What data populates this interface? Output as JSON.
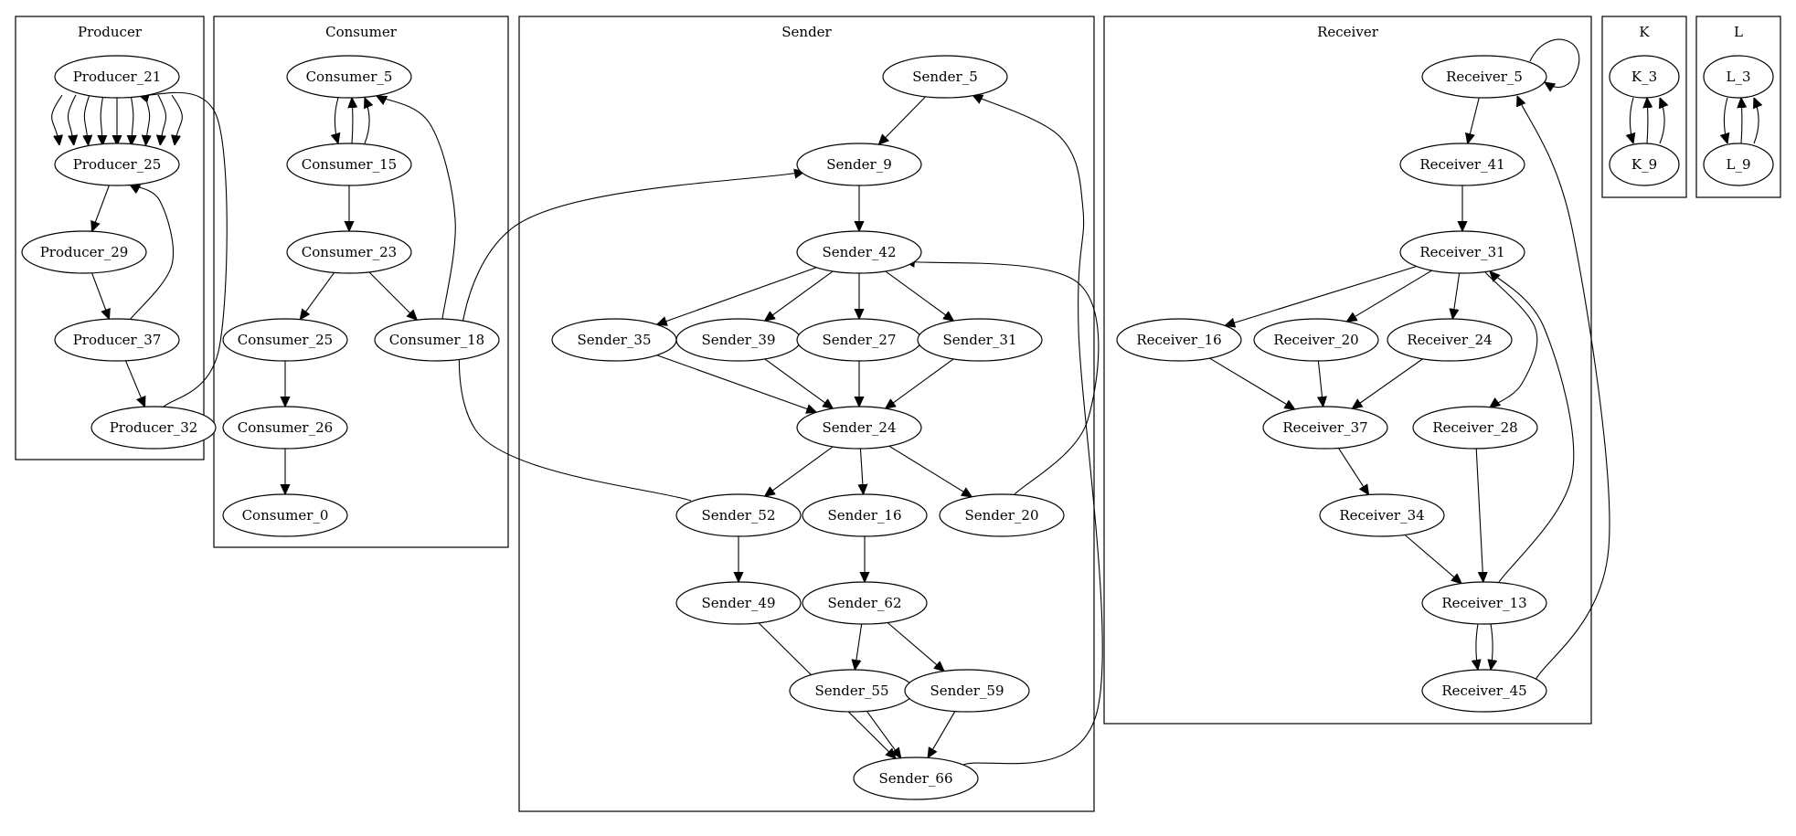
{
  "clusters": [
    {
      "id": "producer",
      "label": "Producer"
    },
    {
      "id": "consumer",
      "label": "Consumer"
    },
    {
      "id": "sender",
      "label": "Sender"
    },
    {
      "id": "receiver",
      "label": "Receiver"
    },
    {
      "id": "k",
      "label": "K"
    },
    {
      "id": "l",
      "label": "L"
    }
  ],
  "nodes": [
    {
      "id": "Producer_21",
      "label": "Producer_21",
      "cluster": "producer"
    },
    {
      "id": "Producer_25",
      "label": "Producer_25",
      "cluster": "producer"
    },
    {
      "id": "Producer_29",
      "label": "Producer_29",
      "cluster": "producer"
    },
    {
      "id": "Producer_37",
      "label": "Producer_37",
      "cluster": "producer"
    },
    {
      "id": "Producer_32",
      "label": "Producer_32",
      "cluster": "producer"
    },
    {
      "id": "Consumer_5",
      "label": "Consumer_5",
      "cluster": "consumer"
    },
    {
      "id": "Consumer_15",
      "label": "Consumer_15",
      "cluster": "consumer"
    },
    {
      "id": "Consumer_23",
      "label": "Consumer_23",
      "cluster": "consumer"
    },
    {
      "id": "Consumer_25",
      "label": "Consumer_25",
      "cluster": "consumer"
    },
    {
      "id": "Consumer_18",
      "label": "Consumer_18",
      "cluster": "consumer"
    },
    {
      "id": "Consumer_26",
      "label": "Consumer_26",
      "cluster": "consumer"
    },
    {
      "id": "Consumer_0",
      "label": "Consumer_0",
      "cluster": "consumer"
    },
    {
      "id": "Sender_5",
      "label": "Sender_5",
      "cluster": "sender"
    },
    {
      "id": "Sender_9",
      "label": "Sender_9",
      "cluster": "sender"
    },
    {
      "id": "Sender_42",
      "label": "Sender_42",
      "cluster": "sender"
    },
    {
      "id": "Sender_35",
      "label": "Sender_35",
      "cluster": "sender"
    },
    {
      "id": "Sender_39",
      "label": "Sender_39",
      "cluster": "sender"
    },
    {
      "id": "Sender_27",
      "label": "Sender_27",
      "cluster": "sender"
    },
    {
      "id": "Sender_31",
      "label": "Sender_31",
      "cluster": "sender"
    },
    {
      "id": "Sender_24",
      "label": "Sender_24",
      "cluster": "sender"
    },
    {
      "id": "Sender_52",
      "label": "Sender_52",
      "cluster": "sender"
    },
    {
      "id": "Sender_16",
      "label": "Sender_16",
      "cluster": "sender"
    },
    {
      "id": "Sender_20",
      "label": "Sender_20",
      "cluster": "sender"
    },
    {
      "id": "Sender_49",
      "label": "Sender_49",
      "cluster": "sender"
    },
    {
      "id": "Sender_62",
      "label": "Sender_62",
      "cluster": "sender"
    },
    {
      "id": "Sender_55",
      "label": "Sender_55",
      "cluster": "sender"
    },
    {
      "id": "Sender_59",
      "label": "Sender_59",
      "cluster": "sender"
    },
    {
      "id": "Sender_66",
      "label": "Sender_66",
      "cluster": "sender"
    },
    {
      "id": "Receiver_5",
      "label": "Receiver_5",
      "cluster": "receiver"
    },
    {
      "id": "Receiver_41",
      "label": "Receiver_41",
      "cluster": "receiver"
    },
    {
      "id": "Receiver_31",
      "label": "Receiver_31",
      "cluster": "receiver"
    },
    {
      "id": "Receiver_16",
      "label": "Receiver_16",
      "cluster": "receiver"
    },
    {
      "id": "Receiver_20",
      "label": "Receiver_20",
      "cluster": "receiver"
    },
    {
      "id": "Receiver_24",
      "label": "Receiver_24",
      "cluster": "receiver"
    },
    {
      "id": "Receiver_37",
      "label": "Receiver_37",
      "cluster": "receiver"
    },
    {
      "id": "Receiver_28",
      "label": "Receiver_28",
      "cluster": "receiver"
    },
    {
      "id": "Receiver_34",
      "label": "Receiver_34",
      "cluster": "receiver"
    },
    {
      "id": "Receiver_13",
      "label": "Receiver_13",
      "cluster": "receiver"
    },
    {
      "id": "Receiver_45",
      "label": "Receiver_45",
      "cluster": "receiver"
    },
    {
      "id": "K_3",
      "label": "K_3",
      "cluster": "k"
    },
    {
      "id": "K_9",
      "label": "K_9",
      "cluster": "k"
    },
    {
      "id": "L_3",
      "label": "L_3",
      "cluster": "l"
    },
    {
      "id": "L_9",
      "label": "L_9",
      "cluster": "l"
    }
  ],
  "edges": [
    {
      "from": "Producer_21",
      "to": "Producer_25",
      "count": 9
    },
    {
      "from": "Producer_25",
      "to": "Producer_29"
    },
    {
      "from": "Producer_29",
      "to": "Producer_37"
    },
    {
      "from": "Producer_37",
      "to": "Producer_25"
    },
    {
      "from": "Producer_37",
      "to": "Producer_32"
    },
    {
      "from": "Producer_32",
      "to": "Producer_21"
    },
    {
      "from": "Consumer_5",
      "to": "Consumer_15"
    },
    {
      "from": "Consumer_15",
      "to": "Consumer_5",
      "count": 2
    },
    {
      "from": "Consumer_15",
      "to": "Consumer_23"
    },
    {
      "from": "Consumer_23",
      "to": "Consumer_25"
    },
    {
      "from": "Consumer_23",
      "to": "Consumer_18"
    },
    {
      "from": "Consumer_18",
      "to": "Consumer_5"
    },
    {
      "from": "Consumer_25",
      "to": "Consumer_26"
    },
    {
      "from": "Consumer_26",
      "to": "Consumer_0"
    },
    {
      "from": "Sender_5",
      "to": "Sender_9"
    },
    {
      "from": "Sender_9",
      "to": "Sender_42"
    },
    {
      "from": "Sender_42",
      "to": "Sender_35"
    },
    {
      "from": "Sender_42",
      "to": "Sender_39"
    },
    {
      "from": "Sender_42",
      "to": "Sender_27"
    },
    {
      "from": "Sender_42",
      "to": "Sender_31"
    },
    {
      "from": "Sender_35",
      "to": "Sender_24"
    },
    {
      "from": "Sender_39",
      "to": "Sender_24"
    },
    {
      "from": "Sender_27",
      "to": "Sender_24"
    },
    {
      "from": "Sender_31",
      "to": "Sender_24"
    },
    {
      "from": "Sender_24",
      "to": "Sender_52"
    },
    {
      "from": "Sender_24",
      "to": "Sender_16"
    },
    {
      "from": "Sender_24",
      "to": "Sender_20"
    },
    {
      "from": "Sender_52",
      "to": "Sender_9"
    },
    {
      "from": "Sender_20",
      "to": "Sender_42"
    },
    {
      "from": "Sender_52",
      "to": "Sender_49"
    },
    {
      "from": "Sender_16",
      "to": "Sender_62"
    },
    {
      "from": "Sender_62",
      "to": "Sender_55"
    },
    {
      "from": "Sender_62",
      "to": "Sender_59"
    },
    {
      "from": "Sender_49",
      "to": "Sender_66"
    },
    {
      "from": "Sender_55",
      "to": "Sender_66"
    },
    {
      "from": "Sender_59",
      "to": "Sender_66"
    },
    {
      "from": "Sender_66",
      "to": "Sender_5"
    },
    {
      "from": "Receiver_5",
      "to": "Receiver_5"
    },
    {
      "from": "Receiver_5",
      "to": "Receiver_41"
    },
    {
      "from": "Receiver_41",
      "to": "Receiver_31"
    },
    {
      "from": "Receiver_31",
      "to": "Receiver_16"
    },
    {
      "from": "Receiver_31",
      "to": "Receiver_20"
    },
    {
      "from": "Receiver_31",
      "to": "Receiver_24"
    },
    {
      "from": "Receiver_31",
      "to": "Receiver_28"
    },
    {
      "from": "Receiver_16",
      "to": "Receiver_37"
    },
    {
      "from": "Receiver_20",
      "to": "Receiver_37"
    },
    {
      "from": "Receiver_24",
      "to": "Receiver_37"
    },
    {
      "from": "Receiver_37",
      "to": "Receiver_34"
    },
    {
      "from": "Receiver_34",
      "to": "Receiver_13"
    },
    {
      "from": "Receiver_28",
      "to": "Receiver_13"
    },
    {
      "from": "Receiver_13",
      "to": "Receiver_31"
    },
    {
      "from": "Receiver_13",
      "to": "Receiver_45",
      "count": 2
    },
    {
      "from": "Receiver_45",
      "to": "Receiver_5"
    },
    {
      "from": "K_3",
      "to": "K_9"
    },
    {
      "from": "K_9",
      "to": "K_3",
      "count": 2
    },
    {
      "from": "L_3",
      "to": "L_9"
    },
    {
      "from": "L_9",
      "to": "L_3",
      "count": 2
    }
  ]
}
